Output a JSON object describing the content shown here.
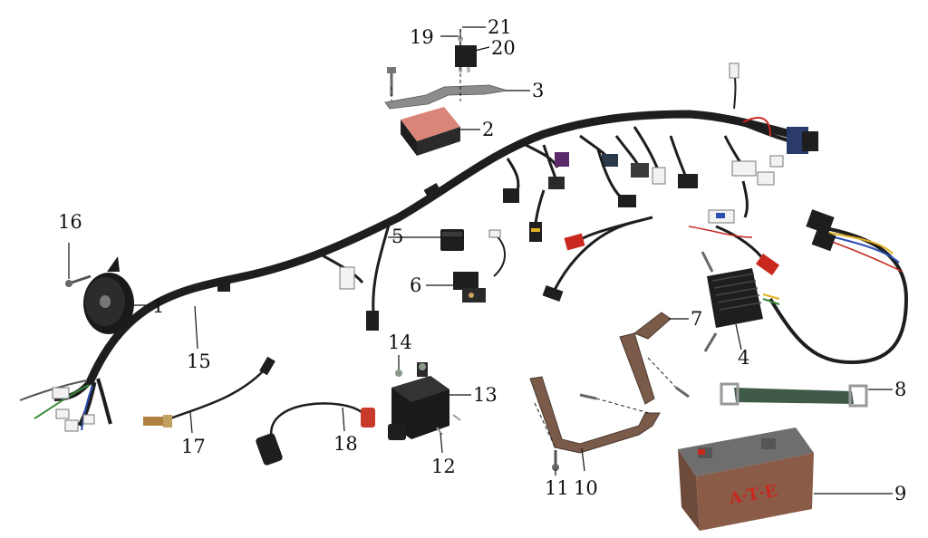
{
  "colors": {
    "harness": "#1e1e1e",
    "wire_red": "#c8281e",
    "wire_yellow": "#e0b020",
    "wire_green": "#3a8a3a",
    "wire_blue": "#2a4fb0",
    "bracket": "#7a5a48",
    "battery_case": "#8a5c48",
    "battery_top": "#6e6e6e",
    "ecu_red": "#d9857a",
    "strap": "#3f5a48",
    "boot_red": "#c83a2a"
  },
  "battery": {
    "brand": "A·T·E"
  },
  "callouts": [
    {
      "id": "1",
      "label": "1"
    },
    {
      "id": "2",
      "label": "2"
    },
    {
      "id": "3",
      "label": "3"
    },
    {
      "id": "4",
      "label": "4"
    },
    {
      "id": "5",
      "label": "5"
    },
    {
      "id": "6",
      "label": "6"
    },
    {
      "id": "7",
      "label": "7"
    },
    {
      "id": "8",
      "label": "8"
    },
    {
      "id": "9",
      "label": "9"
    },
    {
      "id": "10",
      "label": "10"
    },
    {
      "id": "11",
      "label": "11"
    },
    {
      "id": "12",
      "label": "12"
    },
    {
      "id": "13",
      "label": "13"
    },
    {
      "id": "14",
      "label": "14"
    },
    {
      "id": "15",
      "label": "15"
    },
    {
      "id": "16",
      "label": "16"
    },
    {
      "id": "17",
      "label": "17"
    },
    {
      "id": "18",
      "label": "18"
    },
    {
      "id": "19",
      "label": "19"
    },
    {
      "id": "20",
      "label": "20"
    },
    {
      "id": "21",
      "label": "21"
    }
  ]
}
